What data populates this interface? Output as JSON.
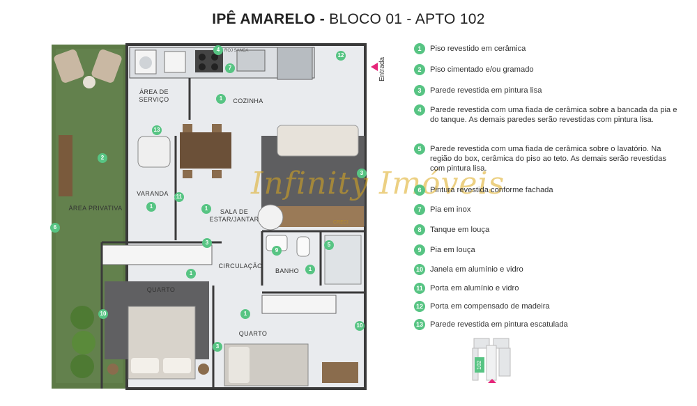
{
  "header": {
    "title_bold": "IPÊ AMARELO -",
    "title_rest": "BLOCO 01 - APTO 102"
  },
  "entrance_label": "Entrada",
  "rooms": {
    "area_servico": "ÁREA DE SERVIÇO",
    "cozinha": "COZINHA",
    "varanda": "VARANDA",
    "area_privativa": "ÁREA PRIVATIVA",
    "sala": "SALA DE ESTAR/JANTAR",
    "circulacao": "CIRCULAÇÃO",
    "banho": "BANHO",
    "quarto1": "QUARTO",
    "quarto2": "QUARTO"
  },
  "plan_small_text": "ROJ SANCA",
  "plan_markers": [
    "4",
    "12",
    "7",
    "1",
    "13",
    "2",
    "3",
    "1",
    "11",
    "1",
    "6",
    "3",
    "9",
    "5",
    "1",
    "1",
    "10",
    "1",
    "3",
    "10"
  ],
  "legend": [
    {
      "num": "1",
      "text": "Piso revestido em cerâmica"
    },
    {
      "num": "2",
      "text": "Piso cimentado e/ou gramado"
    },
    {
      "num": "3",
      "text": "Parede revestida em pintura lisa"
    },
    {
      "num": "4",
      "text": "Parede revestida com uma fiada de cerâmica sobre a bancada da pia e do tanque. As demais paredes serão revestidas com pintura lisa."
    },
    {
      "num": "5",
      "text": "Parede revestida com uma fiada de cerâmica sobre o lavatório. Na região do box, cerâmica do piso ao teto. As demais serão revestidas com pintura lisa."
    },
    {
      "num": "6",
      "text": "Pintura revestida conforme fachada"
    },
    {
      "num": "7",
      "text": "Pia em inox"
    },
    {
      "num": "8",
      "text": "Tanque em louça"
    },
    {
      "num": "9",
      "text": "Pia em louça"
    },
    {
      "num": "10",
      "text": "Janela em alumínio e vidro"
    },
    {
      "num": "11",
      "text": "Porta em alumínio e vidro"
    },
    {
      "num": "12",
      "text": "Porta em compensado de madeira"
    },
    {
      "num": "13",
      "text": "Parede revestida em pintura escatulada"
    }
  ],
  "watermark": "Infinity Imóveis",
  "watermark_sub": "CRECI",
  "key_plan_label": "102",
  "colors": {
    "marker": "#57c483",
    "entrance_arrow": "#e6267a",
    "grass": "#5d7a46",
    "floor_tile": "#e9ebee",
    "wall": "#3a3a3a"
  }
}
